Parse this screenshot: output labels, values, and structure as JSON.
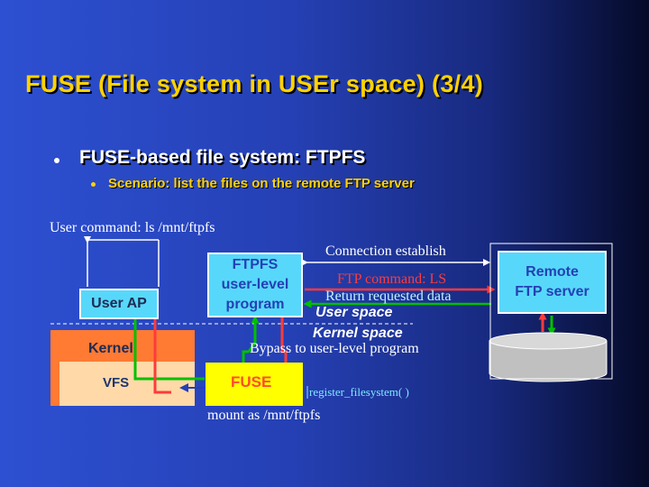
{
  "slide": {
    "title": "FUSE (File system in USEr space) (3/4)",
    "bullet_main": "FUSE-based file system: FTPFS",
    "bullet_sub": "Scenario: list the files on the remote FTP server"
  },
  "diagram": {
    "user_command": "User command: ls /mnt/ftpfs",
    "user_ap": "User AP",
    "ftpfs_lines": [
      "FTPFS",
      "user-level",
      "program"
    ],
    "remote_lines": [
      "Remote",
      "FTP server"
    ],
    "connection": "Connection establish",
    "ftp_command": "FTP command: LS",
    "return_data": "Return requested data",
    "user_space": "User space",
    "kernel_space": "Kernel space",
    "bypass": "Bypass to user-level program",
    "kernel": "Kernel",
    "vfs": "VFS",
    "fuse": "FUSE",
    "register": "register_filesystem( )",
    "mount": "mount as /mnt/ftpfs"
  },
  "colors": {
    "title": "#ffd200",
    "box_fill": "#57d8fb",
    "kernel_fill": "#ff7a33",
    "vfs_fill": "#ffd9a8",
    "fuse_fill": "#ffff00",
    "green_path": "#00c000",
    "red_path": "#ff3b3b",
    "disk_fill": "#c0c0c0"
  }
}
